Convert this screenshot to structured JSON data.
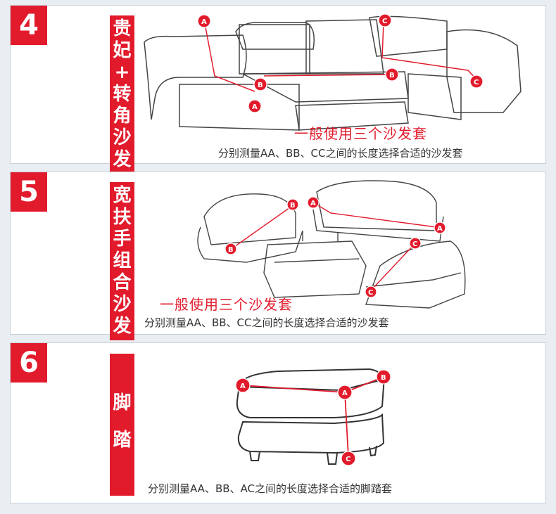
{
  "sections": [
    {
      "number": "4",
      "label_chars": [
        "贵",
        "妃",
        "+",
        "转",
        "角",
        "沙",
        "发"
      ],
      "title": "一般使用三个沙发套",
      "hint": "分别测量AA、BB、CC之间的长度选择合适的沙发套",
      "markers": [
        "A",
        "A",
        "B",
        "B",
        "C",
        "C"
      ]
    },
    {
      "number": "5",
      "label_chars": [
        "宽",
        "扶",
        "手",
        "组",
        "合",
        "沙",
        "发"
      ],
      "title": "一般使用三个沙发套",
      "hint": "分别测量AA、BB、CC之间的长度选择合适的沙发套",
      "markers": [
        "B",
        "B",
        "A",
        "A",
        "C",
        "C"
      ]
    },
    {
      "number": "6",
      "label_chars": [
        "脚",
        "踏"
      ],
      "title": "",
      "hint": "分别测量AA、BB、AC之间的长度选择合适的脚踏套",
      "markers": [
        "A",
        "A",
        "B",
        "C"
      ]
    }
  ],
  "colors": {
    "accent": "#e21b2c",
    "panel": "#ffffff",
    "background": "#e9eef3"
  }
}
